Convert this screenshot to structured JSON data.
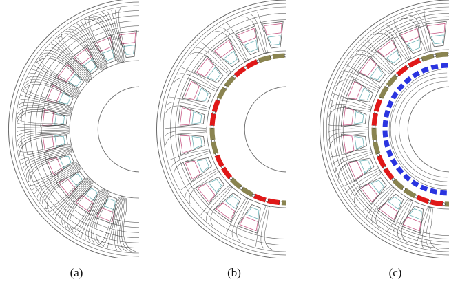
{
  "figure": {
    "panels": [
      {
        "id": "a",
        "caption": "(a)",
        "magnets": []
      },
      {
        "id": "b",
        "caption": "(b)",
        "magnets": [
          "red",
          "olive"
        ]
      },
      {
        "id": "c",
        "caption": "(c)",
        "magnets": [
          "red",
          "olive",
          "blue"
        ]
      }
    ],
    "colors": {
      "flux_line": "#2b2b2b",
      "stator_outline": "#6a6a6a",
      "coil_outline": "#c85a86",
      "coil_inner": "#6fb3b8",
      "magnet_red": "#e01818",
      "magnet_olive": "#8a8450",
      "magnet_blue": "#2a34e0"
    }
  }
}
